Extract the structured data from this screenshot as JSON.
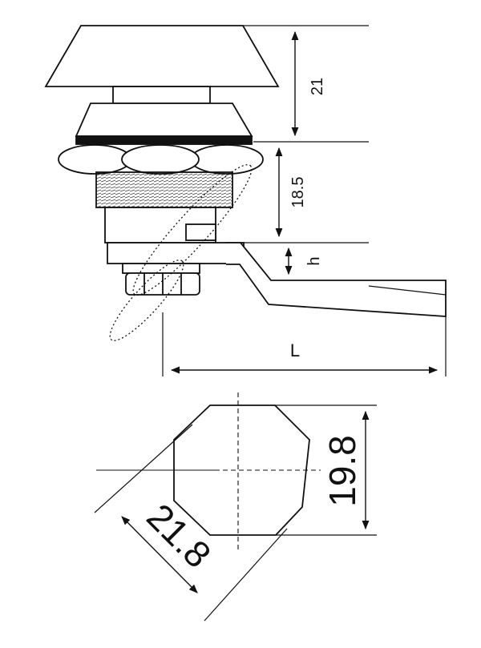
{
  "dimensions": {
    "top_height": "21",
    "middle_height": "18.5",
    "cam_offset": "h",
    "cam_length": "L",
    "across_flats": "19.8",
    "across_diagonal": "21.8"
  },
  "colors": {
    "line": "#111111",
    "body_fill": "#ffffff",
    "thread": "#333333"
  }
}
